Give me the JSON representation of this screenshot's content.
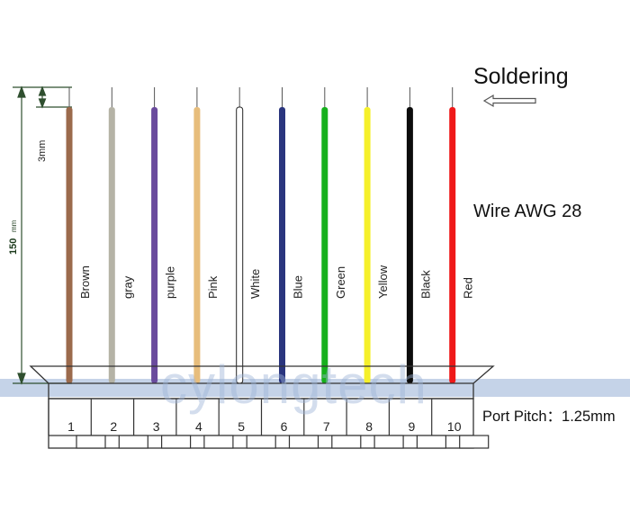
{
  "title": "Soldering",
  "wire_spec": "Wire AWG 28",
  "port_pitch": "Port Pitch：1.25mm",
  "dimensions": {
    "total_length": "150",
    "total_unit": "mm",
    "strip_length": "3mm"
  },
  "watermark": "cylongtech",
  "arrow_icon": "left-arrow-icon",
  "wires": [
    {
      "name": "Brown",
      "color": "#9b6a4c",
      "port": "1"
    },
    {
      "name": "gray",
      "color": "#b5b3a6",
      "port": "2"
    },
    {
      "name": "purple",
      "color": "#6a4b9d",
      "port": "3"
    },
    {
      "name": "Pink",
      "color": "#e7bd7c",
      "port": "4"
    },
    {
      "name": "White",
      "color": "#ffffff",
      "port": "5"
    },
    {
      "name": "Blue",
      "color": "#2a357e",
      "port": "6"
    },
    {
      "name": "Green",
      "color": "#16b01c",
      "port": "7"
    },
    {
      "name": "Yellow",
      "color": "#f5f02a",
      "port": "8"
    },
    {
      "name": "Black",
      "color": "#0c0c0c",
      "port": "9"
    },
    {
      "name": "Red",
      "color": "#ef1919",
      "port": "10"
    }
  ],
  "colors": {
    "dimension_line": "#2f4f2f",
    "band": "#c5d3e8",
    "outline": "#333333"
  }
}
